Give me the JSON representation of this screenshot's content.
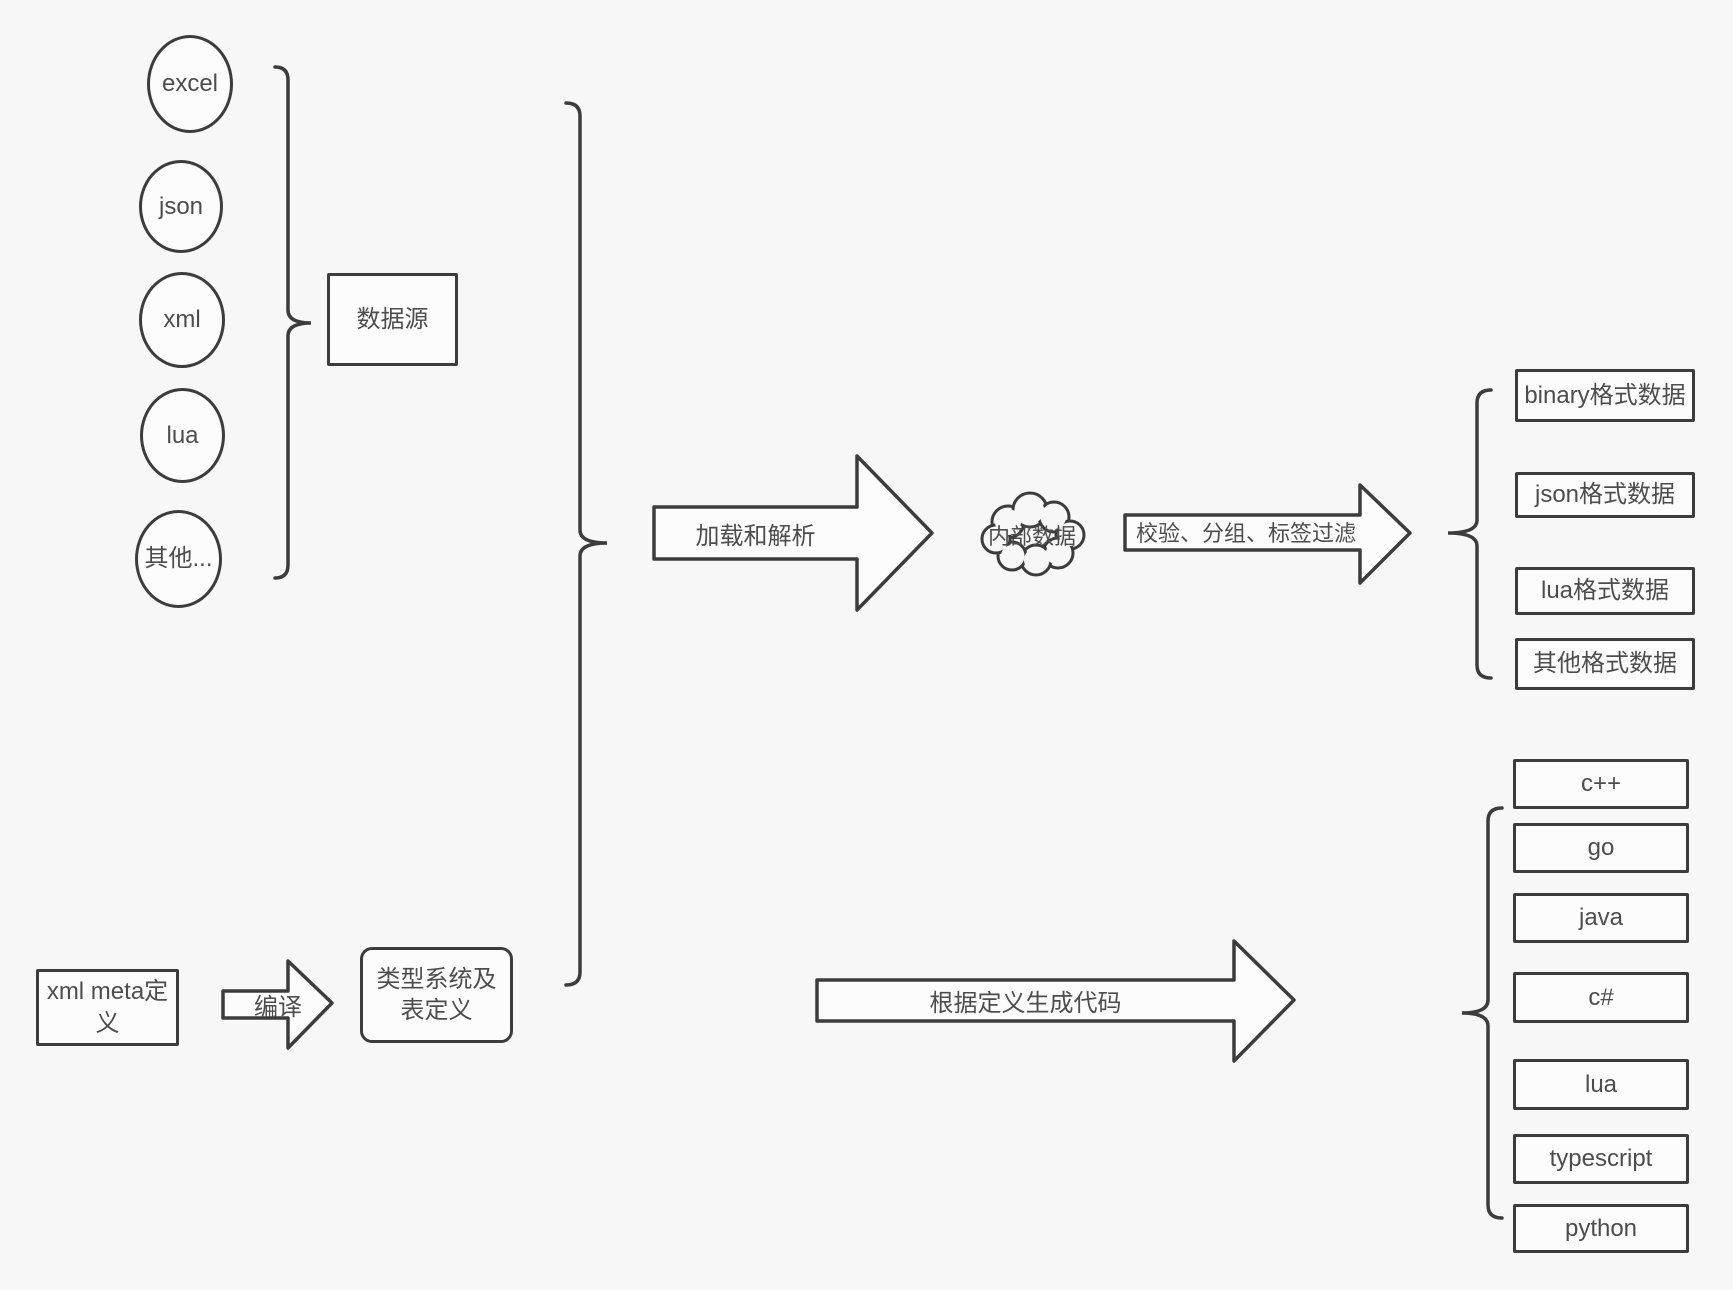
{
  "colors": {
    "background": "#f7f7f7",
    "stroke": "#3c3c3c",
    "node_fill": "#fcfcfc",
    "text": "#4d4d4d"
  },
  "sources": {
    "items": [
      "excel",
      "json",
      "xml",
      "lua",
      "其他..."
    ],
    "group_box_label": "数据源"
  },
  "pipeline": {
    "load_arrow_label": "加载和解析",
    "cloud_label": "内部数据",
    "filter_arrow_label": "校验、分组、标签过滤",
    "generate_arrow_label": "根据定义生成代码"
  },
  "definitions": {
    "xml_meta_box_label": "xml meta定义",
    "compile_arrow_label": "编译",
    "type_system_box_label": "类型系统及表定义"
  },
  "data_formats": [
    "binary格式数据",
    "json格式数据",
    "lua格式数据",
    "其他格式数据"
  ],
  "languages": [
    "c++",
    "go",
    "java",
    "c#",
    "lua",
    "typescript",
    "python"
  ]
}
